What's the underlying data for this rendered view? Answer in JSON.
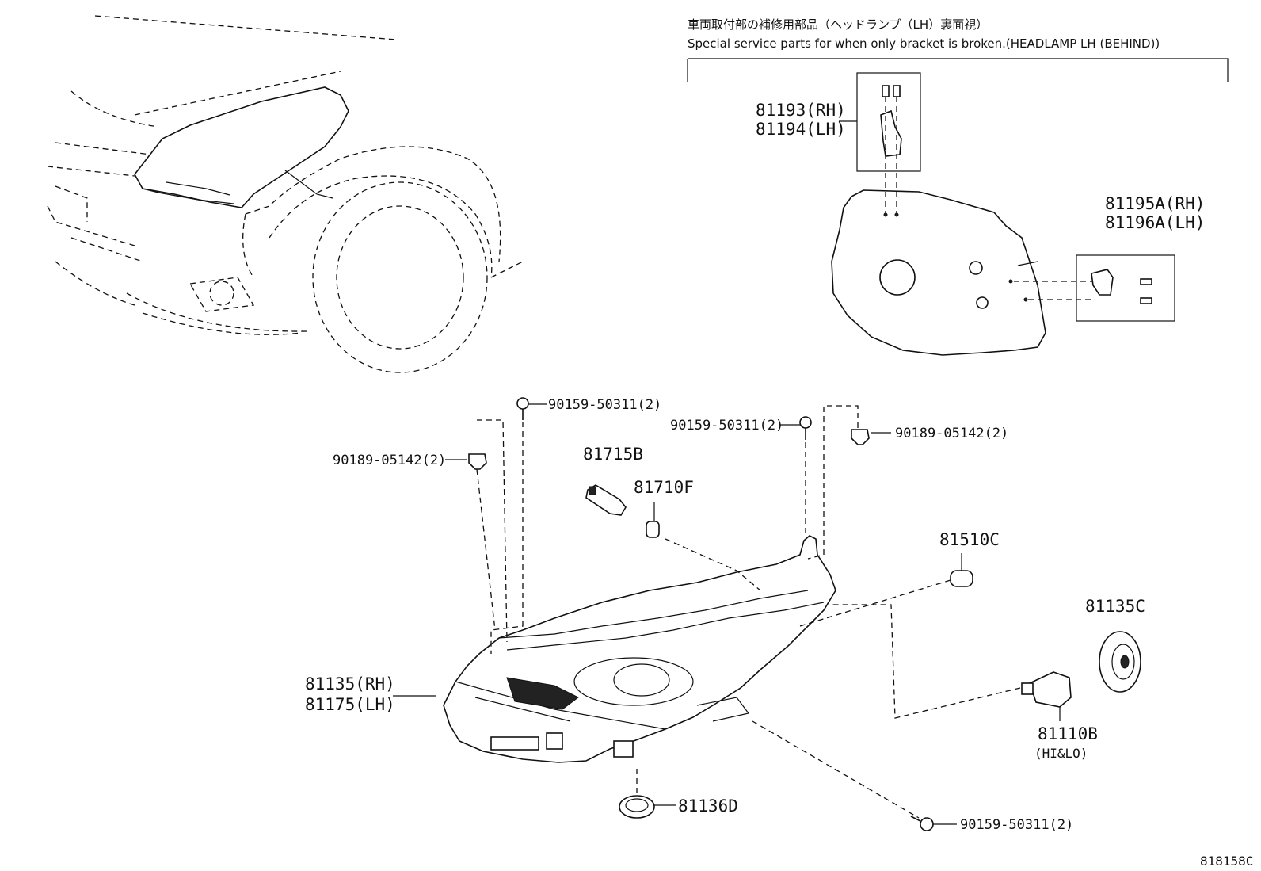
{
  "header_note": {
    "japanese": "車両取付部の補修用部品（ヘッドランプ（LH）裏面視）",
    "english": "Special service parts for when only bracket is broken.(HEADLAMP LH (BEHIND))"
  },
  "callouts": {
    "c81193": "81193(RH)",
    "c81194": "81194(LH)",
    "c81195A": "81195A(RH)",
    "c81196A": "81196A(LH)",
    "c90159_top": "90159-50311(2)",
    "c90159_mid": "90159-50311(2)",
    "c90159_bottom": "90159-50311(2)",
    "c90189_left": "90189-05142(2)",
    "c90189_right": "90189-05142(2)",
    "c81715B": "81715B",
    "c81710F": "81710F",
    "c81510C": "81510C",
    "c81135C": "81135C",
    "c81135RH": "81135(RH)",
    "c81175LH": "81175(LH)",
    "c81110B": "81110B",
    "c81110B_sub": "(HI&LO)",
    "c81136D": "81136D"
  },
  "diagram_id": "818158C"
}
